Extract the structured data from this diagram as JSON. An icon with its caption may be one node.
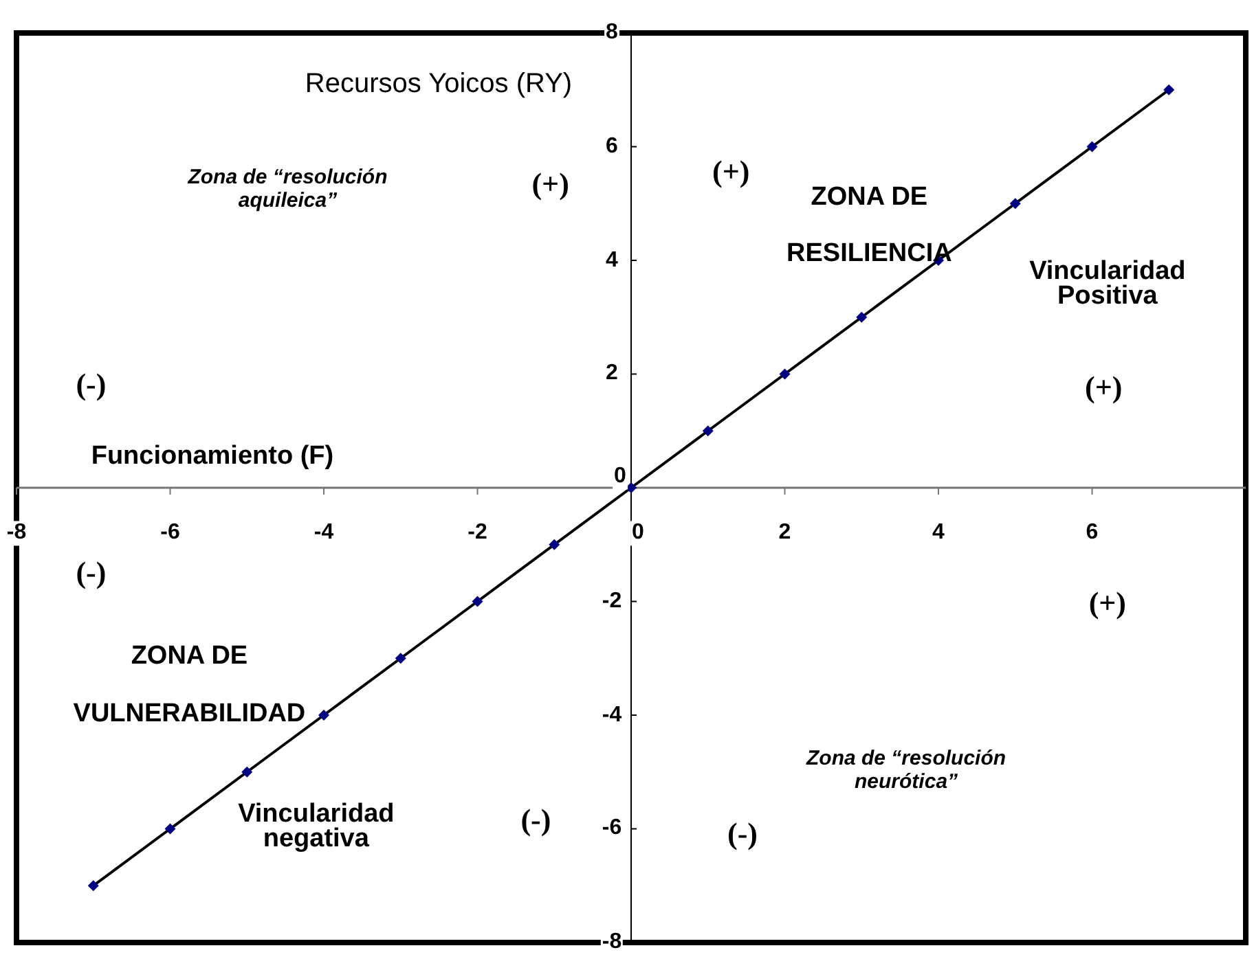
{
  "diagram": {
    "chart_data": {
      "type": "line",
      "xlabel": "Funcionamiento (F)",
      "ylabel": "Recursos Yoicos (RY)",
      "x": [
        -7,
        -6,
        -5,
        -4,
        -3,
        -2,
        -1,
        0,
        1,
        2,
        3,
        4,
        5,
        6,
        7
      ],
      "series": [
        {
          "color": "#000080",
          "marker": "diamond",
          "values": [
            -7,
            -6,
            -5,
            -4,
            -3,
            -2,
            -1,
            0,
            1,
            2,
            3,
            4,
            5,
            6,
            7
          ]
        }
      ],
      "xlim": [
        -8,
        8
      ],
      "ylim": [
        -8,
        8
      ],
      "xticks": [
        -8,
        -6,
        -4,
        -2,
        0,
        2,
        4,
        6
      ],
      "yticks": [
        -8,
        -6,
        -4,
        -2,
        0,
        2,
        4,
        6,
        8
      ],
      "annotations": [
        "Zona de “resolución aquileica”",
        "(+)",
        "(+)",
        "ZONA DE RESILIENCIA",
        "Vincularidad Positiva",
        "(-)",
        "(+)",
        "(-)",
        "(+)",
        "ZONA DE VULNERABILIDAD",
        "Zona de “resolución neurótica”",
        "Vincularidad negativa",
        "(-)",
        "(-)"
      ]
    }
  }
}
